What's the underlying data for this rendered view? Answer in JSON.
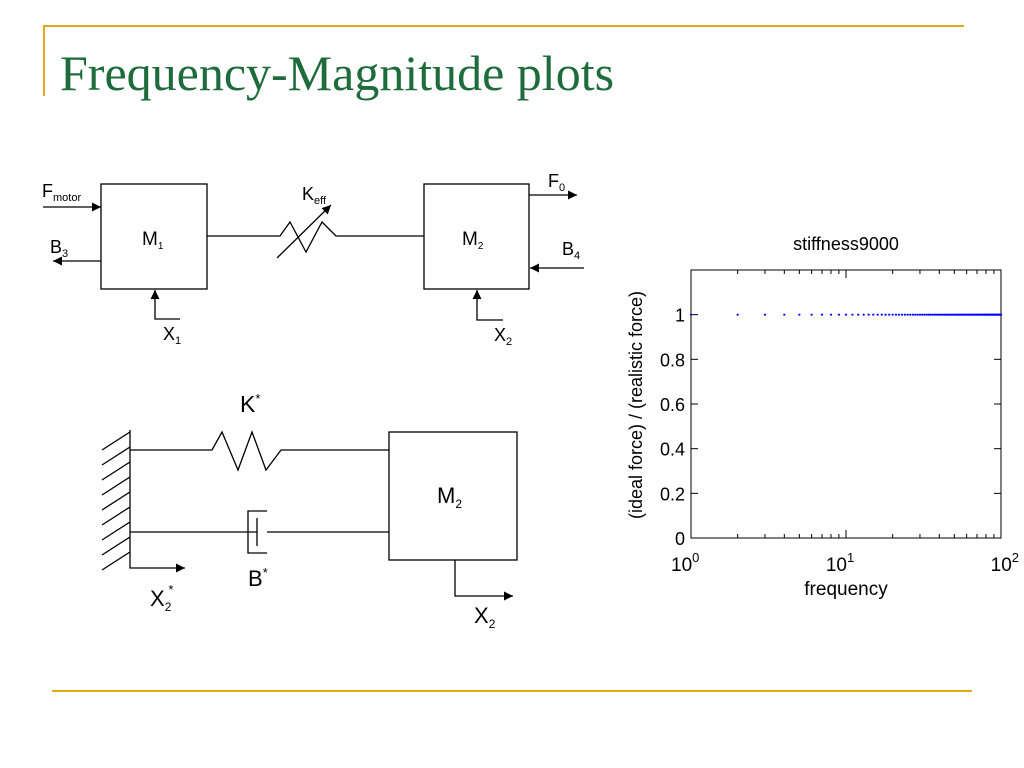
{
  "slide": {
    "title": "Frequency-Magnitude plots",
    "title_color": "#1e6b3c",
    "rule_color": "#e1a91c"
  },
  "diagram_top": {
    "mass1": {
      "base": "M",
      "sub": "1"
    },
    "mass2": {
      "base": "M",
      "sub": "2"
    },
    "spring": {
      "base": "K",
      "sub": "eff"
    },
    "input_force": {
      "base": "F",
      "sub": "motor"
    },
    "output_force": {
      "base": "F",
      "sub": "0"
    },
    "damper1": {
      "base": "B",
      "sub": "3"
    },
    "damper2": {
      "base": "B",
      "sub": "4"
    },
    "disp1": {
      "base": "X",
      "sub": "1"
    },
    "disp2": {
      "base": "X",
      "sub": "2"
    }
  },
  "diagram_bottom": {
    "spring": {
      "base": "K",
      "sup": "*"
    },
    "damper": {
      "base": "B",
      "sup": "*"
    },
    "mass": {
      "base": "M",
      "sub": "2"
    },
    "ground_disp": {
      "base": "X",
      "sub": "2",
      "sup": "*"
    },
    "mass_disp": {
      "base": "X",
      "sub": "2"
    }
  },
  "chart_data": {
    "type": "scatter",
    "title": "stiffness9000",
    "xlabel": "frequency",
    "ylabel": "(ideal force) / (realistic force)",
    "xscale": "log",
    "xlim": [
      1,
      100
    ],
    "ylim": [
      0,
      1.2
    ],
    "x_ticks": [
      {
        "value": 1,
        "base": "10",
        "exp": "0"
      },
      {
        "value": 10,
        "base": "10",
        "exp": "1"
      },
      {
        "value": 100,
        "base": "10",
        "exp": "2"
      }
    ],
    "y_ticks": [
      {
        "value": 0,
        "label": "0"
      },
      {
        "value": 0.2,
        "label": "0.2"
      },
      {
        "value": 0.4,
        "label": "0.4"
      },
      {
        "value": 0.6,
        "label": "0.6"
      },
      {
        "value": 0.8,
        "label": "0.8"
      },
      {
        "value": 1,
        "label": "1"
      }
    ],
    "series": [
      {
        "x_start": 1,
        "x_end": 100,
        "x_step": 1,
        "y": 1,
        "color": "#0000ff"
      }
    ],
    "grid": false
  }
}
